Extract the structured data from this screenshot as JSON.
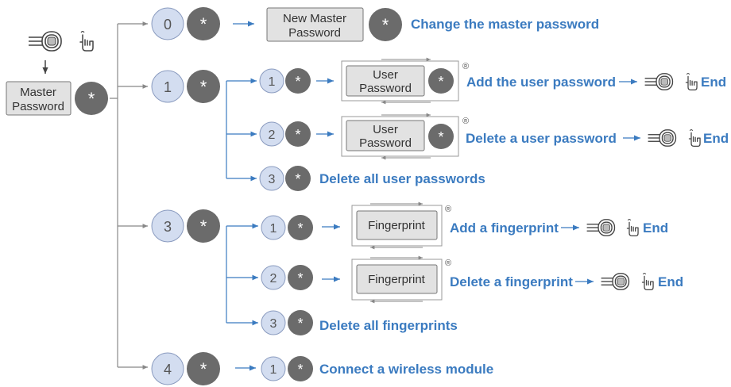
{
  "colors": {
    "accent_text": "#3b7bc0",
    "key_fill": "#d3ddf0",
    "star_fill": "#6b6b6b",
    "box_fill": "#e2e2e2",
    "line": "#888888"
  },
  "icons": {
    "scanner": "fingerprint-scanner-icon",
    "touch": "finger-touch-icon"
  },
  "start": {
    "box_line1": "Master",
    "box_line2": "Password",
    "star": "*"
  },
  "branch0": {
    "key": "0",
    "star": "*",
    "box_line1": "New Master",
    "box_line2": "Password",
    "box_star": "*",
    "result": "Change the master password"
  },
  "branch1": {
    "key": "1",
    "star": "*",
    "items": [
      {
        "key": "1",
        "star": "*",
        "box_line1": "User",
        "box_line2": "Password",
        "box_star": "*",
        "registered": "®",
        "result": "Add the user password",
        "end": "End"
      },
      {
        "key": "2",
        "star": "*",
        "box_line1": "User",
        "box_line2": "Password",
        "box_star": "*",
        "registered": "®",
        "result": "Delete a user password",
        "end": "End"
      },
      {
        "key": "3",
        "star": "*",
        "result": "Delete all user passwords"
      }
    ]
  },
  "branch3": {
    "key": "3",
    "star": "*",
    "items": [
      {
        "key": "1",
        "star": "*",
        "box_label": "Fingerprint",
        "registered": "®",
        "result": "Add a fingerprint",
        "end": "End"
      },
      {
        "key": "2",
        "star": "*",
        "box_label": "Fingerprint",
        "registered": "®",
        "result": "Delete a fingerprint",
        "end": "End"
      },
      {
        "key": "3",
        "star": "*",
        "result": "Delete all fingerprints"
      }
    ]
  },
  "branch4": {
    "key": "4",
    "star": "*",
    "sub_key": "1",
    "sub_star": "*",
    "result": "Connect a wireless module"
  }
}
